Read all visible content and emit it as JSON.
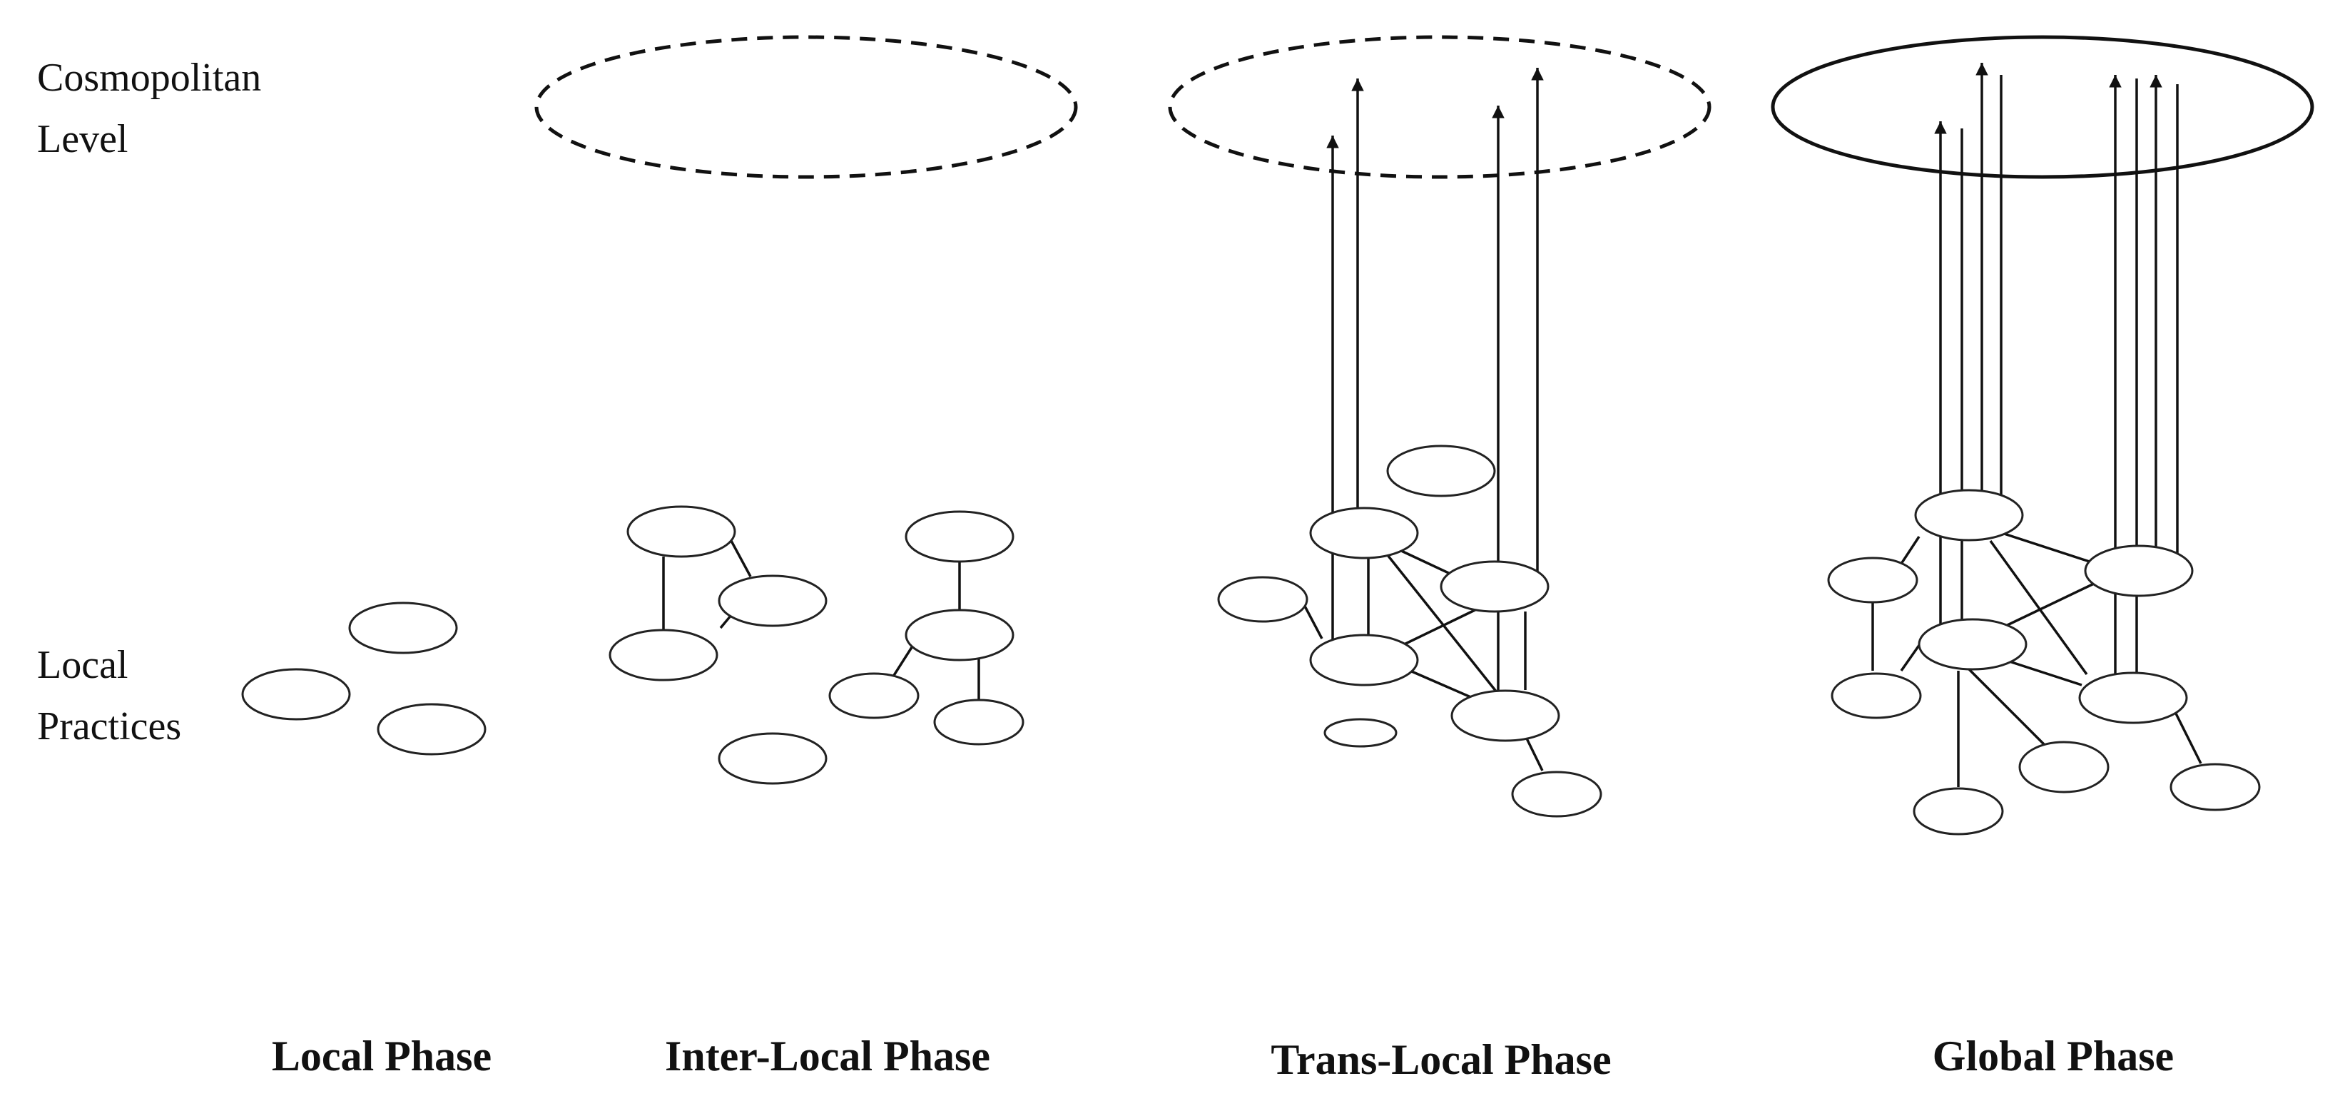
{
  "row_labels": {
    "cosmopolitan_line1": "Cosmopolitan",
    "cosmopolitan_line2": "Level",
    "local_line1": "Local",
    "local_line2": "Practices"
  },
  "phases": [
    {
      "label": "Local Phase",
      "cosmopolitan": "none"
    },
    {
      "label": "Inter-Local Phase",
      "cosmopolitan": "dashed"
    },
    {
      "label": "Trans-Local Phase",
      "cosmopolitan": "dashed"
    },
    {
      "label": "Global Phase",
      "cosmopolitan": "solid"
    }
  ],
  "colors": {
    "stroke": "#111111",
    "background": "#ffffff"
  }
}
